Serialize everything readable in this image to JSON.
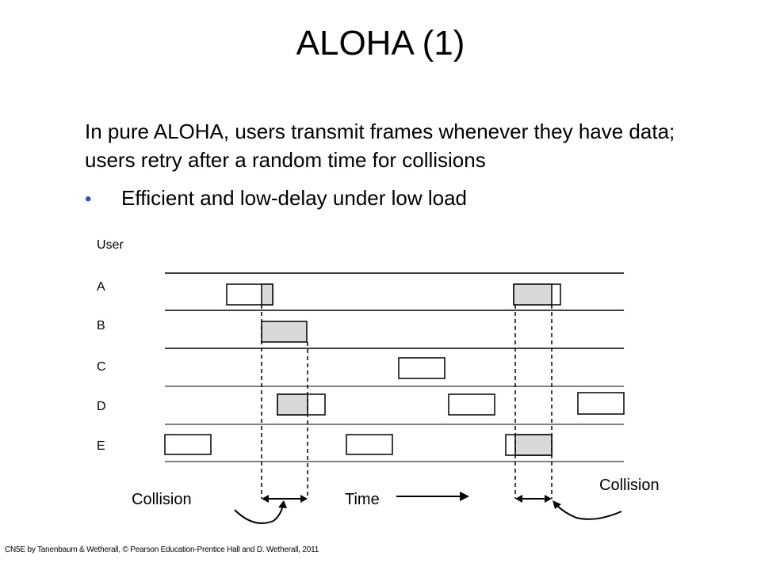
{
  "slide": {
    "title": "ALOHA (1)",
    "paragraph": "In pure ALOHA, users transmit frames whenever they have data; users retry after a random time for collisions",
    "bullet": "Efficient and low-delay under low load",
    "footer": "CN5E by Tanenbaum & Wetherall, © Pearson Education-Prentice Hall and D. Wetherall, 2011"
  },
  "diagram": {
    "user_header": "User",
    "users": [
      "A",
      "B",
      "C",
      "D",
      "E"
    ],
    "labels": {
      "collision_left": "Collision",
      "time": "Time",
      "collision_right": "Collision"
    }
  }
}
